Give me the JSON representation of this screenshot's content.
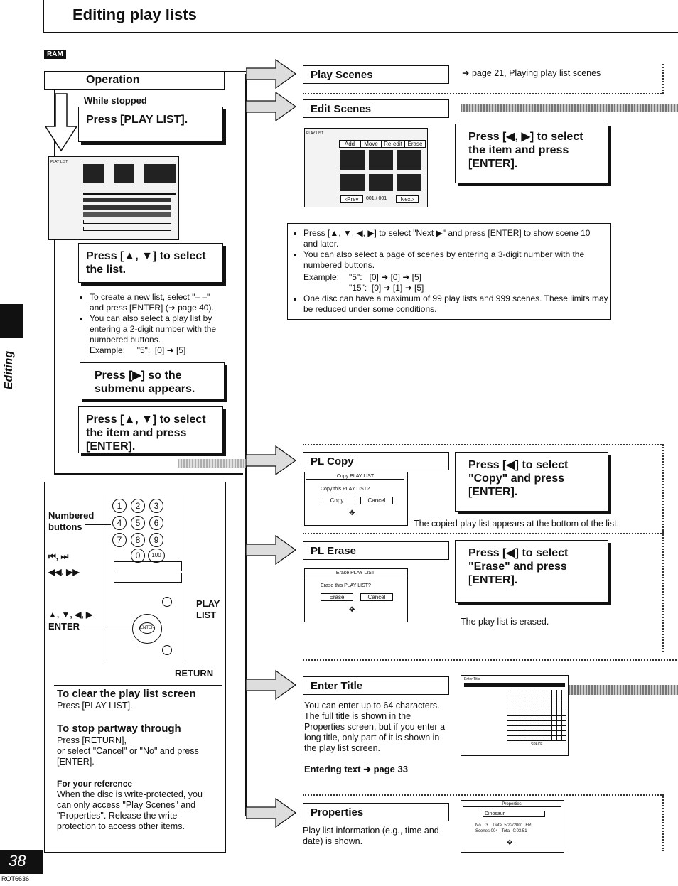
{
  "header": {
    "title": "Editing play lists",
    "badge": "RAM"
  },
  "side": {
    "tab_label": "Editing",
    "page_number": "38",
    "doc_code": "RQT6636"
  },
  "operation": {
    "title": "Operation",
    "while_stopped": "While stopped",
    "step1": "Press [PLAY LIST].",
    "step2": "Press [▲, ▼] to select the list.",
    "step2_notes": [
      "To create a new list, select \"– –\" and press [ENTER] (➜ page 40).",
      "You can also select a play list by entering a 2-digit number with the numbered buttons."
    ],
    "step2_example": "Example:     \"5\":  [0] ➜ [5]",
    "step3": "Press [▶] so the submenu appears.",
    "step4": "Press [▲, ▼] to select the item and press [ENTER]."
  },
  "remote": {
    "numbered_buttons": "Numbered buttons",
    "skip_label": "⏮, ⏭",
    "search_label": "◀◀, ▶▶",
    "nav_label": "▲, ▼, ◀, ▶",
    "enter_label": "ENTER",
    "play_list_label": "PLAY LIST",
    "return_label": "RETURN",
    "keys": [
      "1",
      "2",
      "3",
      "4",
      "5",
      "6",
      "7",
      "8",
      "9",
      "0",
      "100"
    ],
    "enter_key": "ENTER"
  },
  "clear": {
    "title": "To clear the play list screen",
    "text": "Press [PLAY LIST].",
    "stop_title": "To stop partway through",
    "stop_text": "Press [RETURN],\nor select \"Cancel\" or \"No\" and press [ENTER].",
    "ref_title": "For your reference",
    "ref_text": "When the disc is write-protected, you can only access \"Play Scenes\" and \"Properties\". Release the write-protection to access other items."
  },
  "play_scenes": {
    "title": "Play Scenes",
    "ref": "➜ page 21, Playing play list scenes"
  },
  "edit_scenes": {
    "title": "Edit Scenes",
    "step": "Press [◀, ▶] to select the item and press [ENTER].",
    "screen_tabs": [
      "Add",
      "Move",
      "Re-edit",
      "Erase"
    ],
    "screen_nav": [
      "‹Prev",
      "001 / 001",
      "Next›"
    ],
    "notes": [
      "Press [▲, ▼, ◀, ▶] to select \"Next ▶\" and press [ENTER] to show scene 10 and later.",
      "You can also select a page of scenes by entering a 3-digit number with the numbered buttons.",
      "One disc can have a maximum of 99 play lists and 999 scenes. These limits may be reduced under some conditions."
    ],
    "example_label": "Example:",
    "example1": "\"5\":   [0] ➜ [0] ➜ [5]",
    "example2": "\"15\":  [0] ➜ [1] ➜ [5]"
  },
  "pl_copy": {
    "title": "PL Copy",
    "step": "Press [◀] to select \"Copy\" and press [ENTER].",
    "screen_title": "Copy PLAY LIST",
    "screen_question": "Copy this PLAY LIST?",
    "btn_ok": "Copy",
    "btn_cancel": "Cancel",
    "note": "The copied play list appears at the bottom of the list."
  },
  "pl_erase": {
    "title": "PL Erase",
    "step": "Press [◀] to select \"Erase\" and press [ENTER].",
    "screen_title": "Erase PLAY LIST",
    "screen_question": "Erase this PLAY LIST?",
    "btn_ok": "Erase",
    "btn_cancel": "Cancel",
    "note": "The play list is erased."
  },
  "enter_title": {
    "title": "Enter Title",
    "text": "You can enter up to 64 characters. The full title is shown in the Properties screen, but if you enter a long title, only part of it is shown in the play list screen.",
    "link": "Entering text ➜ page 33",
    "screen_title": "Enter Title",
    "screen_space": "SPACE"
  },
  "properties": {
    "title": "Properties",
    "text": "Play list information (e.g., time and date) is shown.",
    "screen_title": "Properties",
    "screen_name": "Dinosaur",
    "screen_row1": "No    3    Date  5/22/2001  FRI",
    "screen_row2": "Scenes 004   Total  0:03.51"
  }
}
